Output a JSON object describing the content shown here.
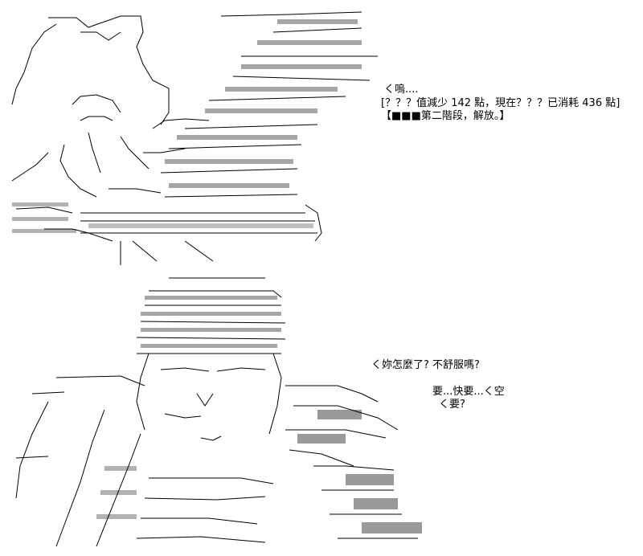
{
  "dialogue": {
    "top": [
      "く嗚....",
      "[？？？值減少 142 點，現在？？？已消耗 436 點]",
      "【■■■第二階段，解放。】"
    ],
    "bottom": [
      "く妳怎麼了? 不舒服嗎?",
      "要...快要...く空",
      "く要?"
    ]
  },
  "colors": {
    "ink": "#000000",
    "paper": "#ffffff"
  }
}
